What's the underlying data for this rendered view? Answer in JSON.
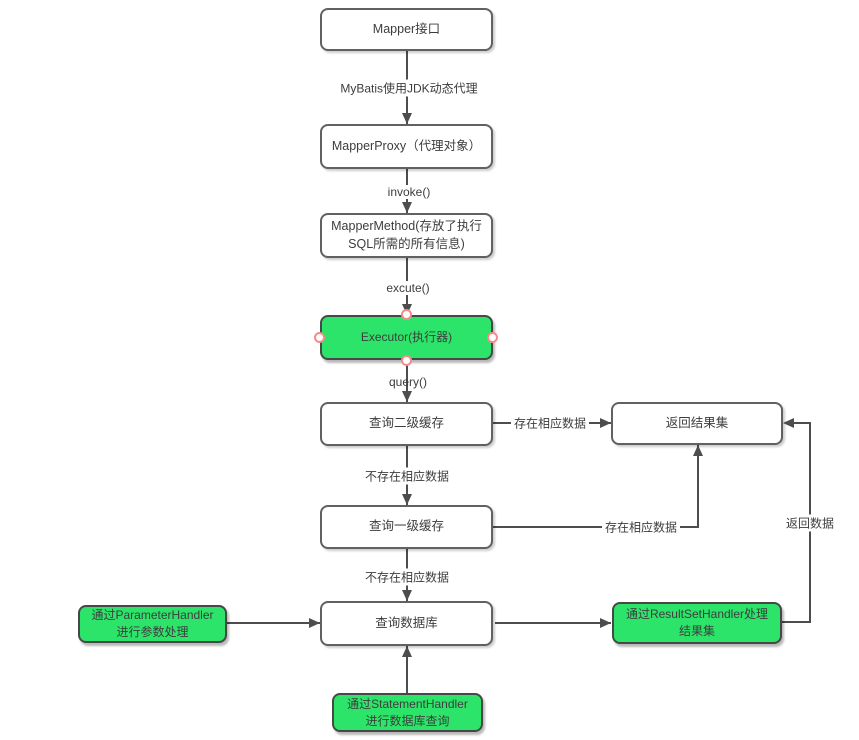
{
  "diagram": {
    "title": "MyBatis query execution flowchart",
    "nodes": {
      "mapper": {
        "label": "Mapper接口"
      },
      "mapper_proxy": {
        "label": "MapperProxy（代理对象）"
      },
      "mapper_method": {
        "label": "MapperMethod(存放了执行SQL所需的所有信息)"
      },
      "executor": {
        "label": "Executor(执行器)",
        "selected": true
      },
      "query_l2_cache": {
        "label": "查询二级缓存"
      },
      "query_l1_cache": {
        "label": "查询一级缓存"
      },
      "query_database": {
        "label": "查询数据库"
      },
      "return_result_set": {
        "label": "返回结果集"
      },
      "parameter_handler": {
        "label": "通过ParameterHandler进行参数处理"
      },
      "statement_handler": {
        "label": "通过StatementHandler进行数据库查询"
      },
      "result_set_handler": {
        "label": "通过ResultSetHandler处理结果集"
      }
    },
    "edge_labels": {
      "mybatis_jdk_proxy": "MyBatis使用JDK动态代理",
      "invoke": "invoke()",
      "excute": "excute()",
      "query": "query()",
      "l2_hit": "存在相应数据",
      "l2_miss": "不存在相应数据",
      "l1_hit": "存在相应数据",
      "l1_miss": "不存在相应数据",
      "return_data": "返回数据"
    },
    "colors": {
      "green_fill": "#2de46a",
      "node_border": "#616161",
      "connector": "#4d4d4d",
      "selection_handle_border": "#f98a8a",
      "background": "#ffffff",
      "text": "#3d3d3d"
    }
  }
}
